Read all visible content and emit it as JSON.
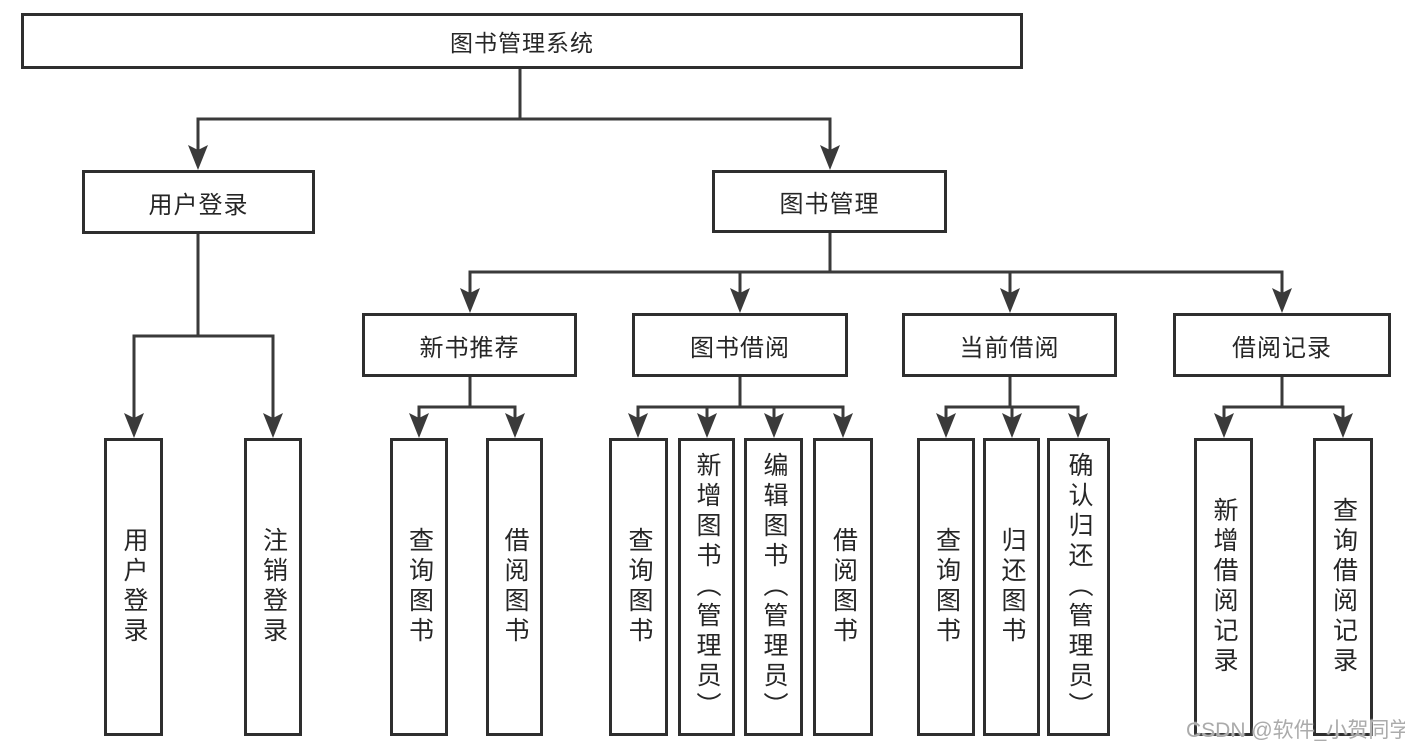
{
  "diagram": {
    "type": "functional-structure-tree",
    "root": {
      "label": "图书管理系统"
    },
    "branches": [
      {
        "label": "用户登录",
        "leaves": [
          {
            "label": "用户登录"
          },
          {
            "label": "注销登录"
          }
        ]
      },
      {
        "label": "图书管理",
        "sections": [
          {
            "label": "新书推荐",
            "leaves": [
              {
                "label": "查询图书"
              },
              {
                "label": "借阅图书"
              }
            ]
          },
          {
            "label": "图书借阅",
            "leaves": [
              {
                "label": "查询图书"
              },
              {
                "label": "新增图书（管理员）"
              },
              {
                "label": "编辑图书（管理员）"
              },
              {
                "label": "借阅图书"
              }
            ]
          },
          {
            "label": "当前借阅",
            "leaves": [
              {
                "label": "查询图书"
              },
              {
                "label": "归还图书"
              },
              {
                "label": "确认归还（管理员）"
              }
            ]
          },
          {
            "label": "借阅记录",
            "leaves": [
              {
                "label": "新增借阅记录"
              },
              {
                "label": "查询借阅记录"
              }
            ]
          }
        ]
      }
    ]
  },
  "watermark": {
    "text": "CSDN @软件_小贺同学"
  },
  "colors": {
    "line": "#3a3a3a",
    "box_border": "#2e2e2e",
    "text": "#262626",
    "watermark": "#ababab",
    "background": "#ffffff"
  }
}
